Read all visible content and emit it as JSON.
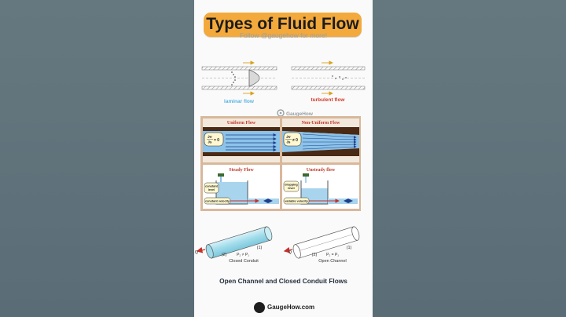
{
  "header": {
    "title": "Types of Fluid Flow",
    "subtitle": "Follow @gaugehow for more!"
  },
  "pipes": {
    "laminar_label": "laminar flow",
    "turbulent_label": "turbulent flow",
    "watermark": "GaugeHow"
  },
  "flow_panels": {
    "uniform": {
      "title": "Uniform Flow",
      "eq_top": "∂V",
      "eq_bottom": "∂s",
      "eq_right": "= 0"
    },
    "non_uniform": {
      "title": "Non-Uniform Flow",
      "eq_top": "∂V",
      "eq_bottom": "∂s",
      "eq_right": "≠ 0"
    },
    "steady": {
      "title": "Steady Flow",
      "level_label_1": "constant",
      "level_label_2": "level",
      "velocity_label": "constant velocity"
    },
    "unsteady": {
      "title": "Unsteady flow",
      "level_label_1": "dropping",
      "level_label_2": "level",
      "velocity_label": "variable velocity"
    }
  },
  "conduits": {
    "closed": {
      "q": "Q",
      "p1": "(1)",
      "p2": "(2)",
      "pressure": "P₂ ≠ P₁",
      "caption": "Closed Conduit"
    },
    "open": {
      "q": "Q",
      "p1": "(1)",
      "p2": "(2)",
      "pressure": "P₂ = P₁",
      "caption": "Open Channel"
    }
  },
  "section_title": "Open Channel and Closed Conduit Flows",
  "brand": "GaugeHow.com",
  "colors": {
    "title_bg": "#f3a93c",
    "laminar_label": "#5ab4e0",
    "turbulent_label": "#d33c2c",
    "panel_title": "#c23a2a",
    "flow_blue": "#8cc3e9",
    "water": "#a8d4ee",
    "accent_red": "#c4312a"
  }
}
